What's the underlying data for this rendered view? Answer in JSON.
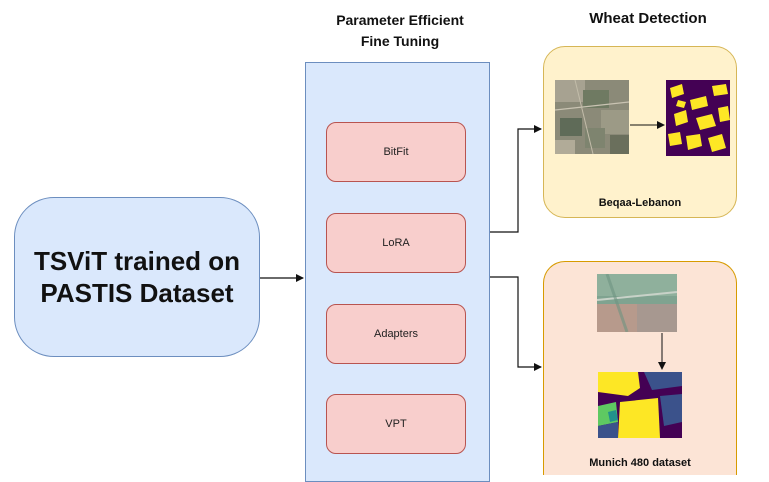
{
  "source": {
    "label": "TSViT trained on\nPASTIS Dataset"
  },
  "peft": {
    "title": "Parameter Efficient\nFine Tuning",
    "methods": [
      "BitFit",
      "LoRA",
      "Adapters",
      "VPT"
    ]
  },
  "wheat": {
    "title": "Wheat Detection",
    "beqaa": {
      "label": "Beqaa-Lebanon"
    },
    "munich": {
      "label": "Munich 480 dataset"
    }
  },
  "colors": {
    "blue_fill": "#dae8fc",
    "blue_stroke": "#6c8ebf",
    "red_fill": "#f8cecc",
    "red_stroke": "#b85450",
    "yellow_fill": "#fff2cc",
    "orange_fill": "#fce4d6",
    "mask_purple": "#440154",
    "mask_yellow": "#fde725"
  }
}
